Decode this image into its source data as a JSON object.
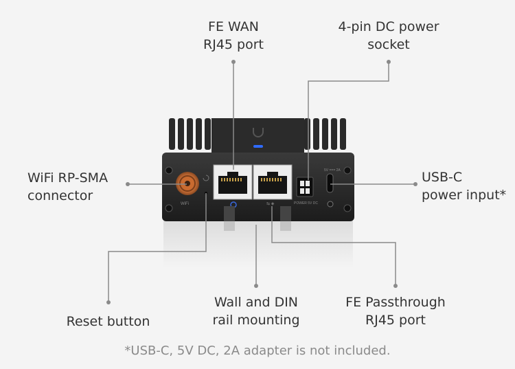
{
  "labels": {
    "fe_wan": [
      "FE WAN",
      "RJ45 port"
    ],
    "dc_power": [
      "4-pin DC power",
      "socket"
    ],
    "wifi": [
      "WiFi RP-SMA",
      "connector"
    ],
    "usbc": [
      "USB-C",
      "power input*"
    ],
    "reset": [
      "Reset button"
    ],
    "mounting": [
      "Wall and DIN",
      "rail mounting"
    ],
    "passthrough": [
      "FE Passthrough",
      "RJ45 port"
    ]
  },
  "device": {
    "antenna_label": "WiFi",
    "power_label": "POWER 5V DC",
    "usbc_label": "5V === 2A",
    "passthrough_label": "⇆ ◈",
    "led_color": "#2f6bff"
  },
  "footnote": "*USB-C, 5V DC, 2A adapter is not included."
}
